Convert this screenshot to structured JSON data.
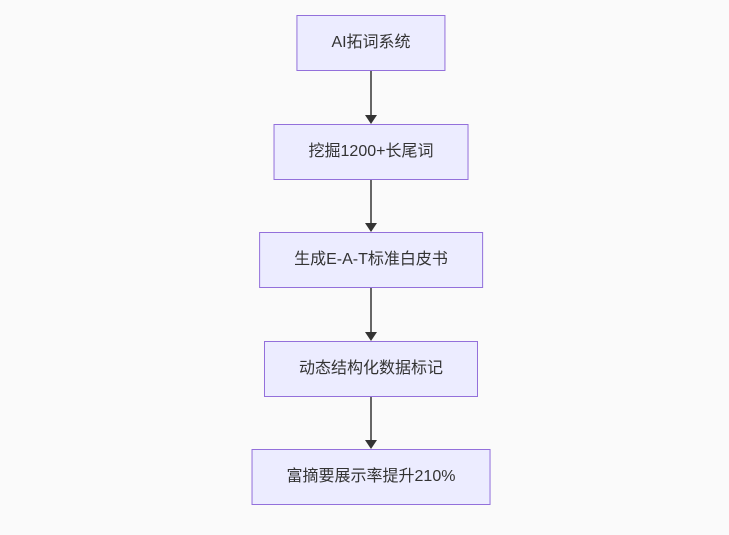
{
  "diagram": {
    "type": "flowchart",
    "direction": "top-down",
    "colors": {
      "background": "#fafafa",
      "node_fill": "#ECECFF",
      "node_border": "#9370DB",
      "edge_color": "#666666",
      "arrowhead_color": "#333333",
      "text_color": "#333333"
    },
    "nodes": [
      {
        "label": "AI拓词系统"
      },
      {
        "label": "挖掘1200+长尾词"
      },
      {
        "label": "生成E-A-T标准白皮书"
      },
      {
        "label": "动态结构化数据标记"
      },
      {
        "label": "富摘要展示率提升210%"
      }
    ],
    "edges": [
      {
        "from": 0,
        "to": 1,
        "style": "arrow-down"
      },
      {
        "from": 1,
        "to": 2,
        "style": "arrow-down"
      },
      {
        "from": 2,
        "to": 3,
        "style": "arrow-down"
      },
      {
        "from": 3,
        "to": 4,
        "style": "arrow-down"
      }
    ]
  }
}
